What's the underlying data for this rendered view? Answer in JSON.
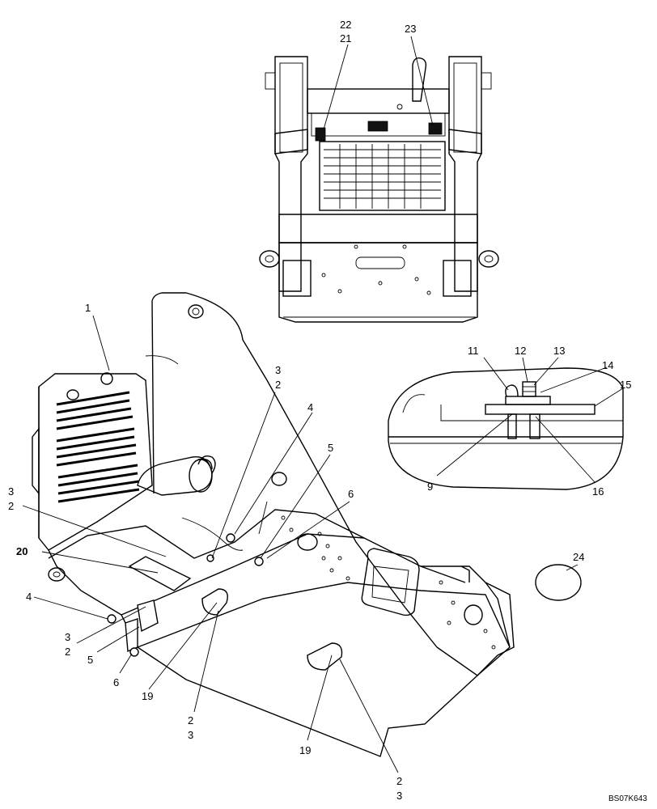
{
  "drawing_code": "BS07K643",
  "callouts": {
    "c1": "1",
    "c2a": "2",
    "c3a": "3",
    "c4a": "4",
    "c5a": "5",
    "c6a": "6",
    "c3b": "3",
    "c2b": "2",
    "c20": "20",
    "c4b": "4",
    "c3c": "3",
    "c2c": "2",
    "c5b": "5",
    "c6b": "6",
    "c19a": "19",
    "c2d": "2",
    "c3d": "3",
    "c19b": "19",
    "c2e": "2",
    "c3e": "3",
    "c22": "22",
    "c21": "21",
    "c23": "23",
    "c11": "11",
    "c12": "12",
    "c13": "13",
    "c14": "14",
    "c15": "15",
    "c9": "9",
    "c16": "16",
    "c24": "24"
  }
}
